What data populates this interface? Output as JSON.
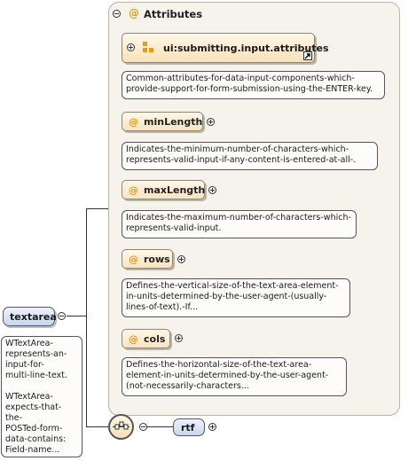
{
  "element": {
    "name": "textarea",
    "documentation": "WTextArea-\nrepresents-an-\ninput-for-\nmulti-line-text.\n\nWTextArea-\nexpects-that-the-\nPOSTed-form-\ndata-contains:\nField-name..."
  },
  "attributes_group": {
    "title": "Attributes",
    "group_ref": {
      "name": "ui:submitting.input.attributes",
      "documentation": "Common-attributes-for-data-input-components-which-\nprovide-support-for-form-submission-using-the-ENTER-key."
    },
    "items": [
      {
        "name": "minLength",
        "documentation": "Indicates-the-minimum-number-of-characters-which-\nrepresents-valid-input-if-any-content-is-entered-at-all-."
      },
      {
        "name": "maxLength",
        "documentation": "Indicates-the-maximum-number-of-characters-which-\nrepresents-valid-input."
      },
      {
        "name": "rows",
        "documentation": "Defines-the-vertical-size-of-the-text-area-element-\nin-units-determined-by-the-user-agent-(usually-\nlines-of-text).-If..."
      },
      {
        "name": "cols",
        "documentation": "Defines-the-horizontal-size-of-the-text-area-\nelement-in-units-determined-by-the-user-agent-\n(not-necessarily-characters..."
      }
    ]
  },
  "child_element": {
    "name": "rtf"
  },
  "symbols": {
    "at": "@"
  },
  "colors": {
    "attribute_fill": "#f9e4c2",
    "element_fill": "#c7d6ec",
    "at_symbol": "#e59b1c"
  }
}
